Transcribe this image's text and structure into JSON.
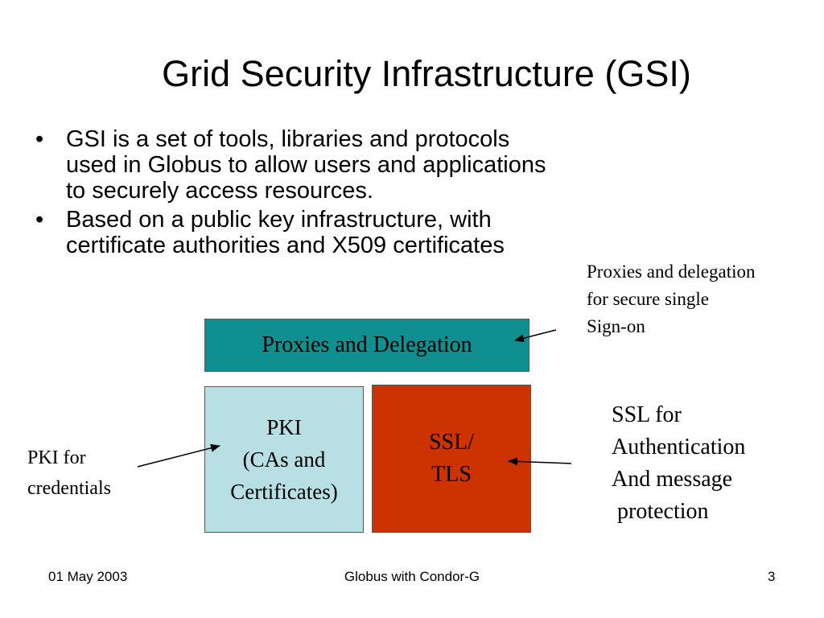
{
  "slide": {
    "title": "Grid Security Infrastructure (GSI)",
    "bullets": [
      "GSI is a set of tools, libraries and protocols used in Globus to allow users and applications to securely access resources.",
      "Based on a public key infrastructure, with certificate authorities and X509 certificates"
    ],
    "bullet_glyph": "•"
  },
  "diagram": {
    "proxies_box": {
      "label": "Proxies and Delegation",
      "color": "#0f8f8f"
    },
    "pki_box": {
      "lines": [
        "PKI",
        "(CAs and",
        "Certificates)"
      ],
      "color": "#b8dfe3"
    },
    "ssl_box": {
      "lines": [
        "SSL/",
        "TLS"
      ],
      "color": "#cc3300"
    },
    "notes": {
      "proxies": [
        "Proxies and delegation",
        "for secure single",
        "Sign-on"
      ],
      "ssl": [
        "SSL for",
        "Authentication",
        "And message",
        " protection"
      ],
      "pki": [
        "PKI for",
        "credentials"
      ]
    }
  },
  "footer": {
    "date": "01 May 2003",
    "center": "Globus with Condor-G",
    "page": "3"
  }
}
